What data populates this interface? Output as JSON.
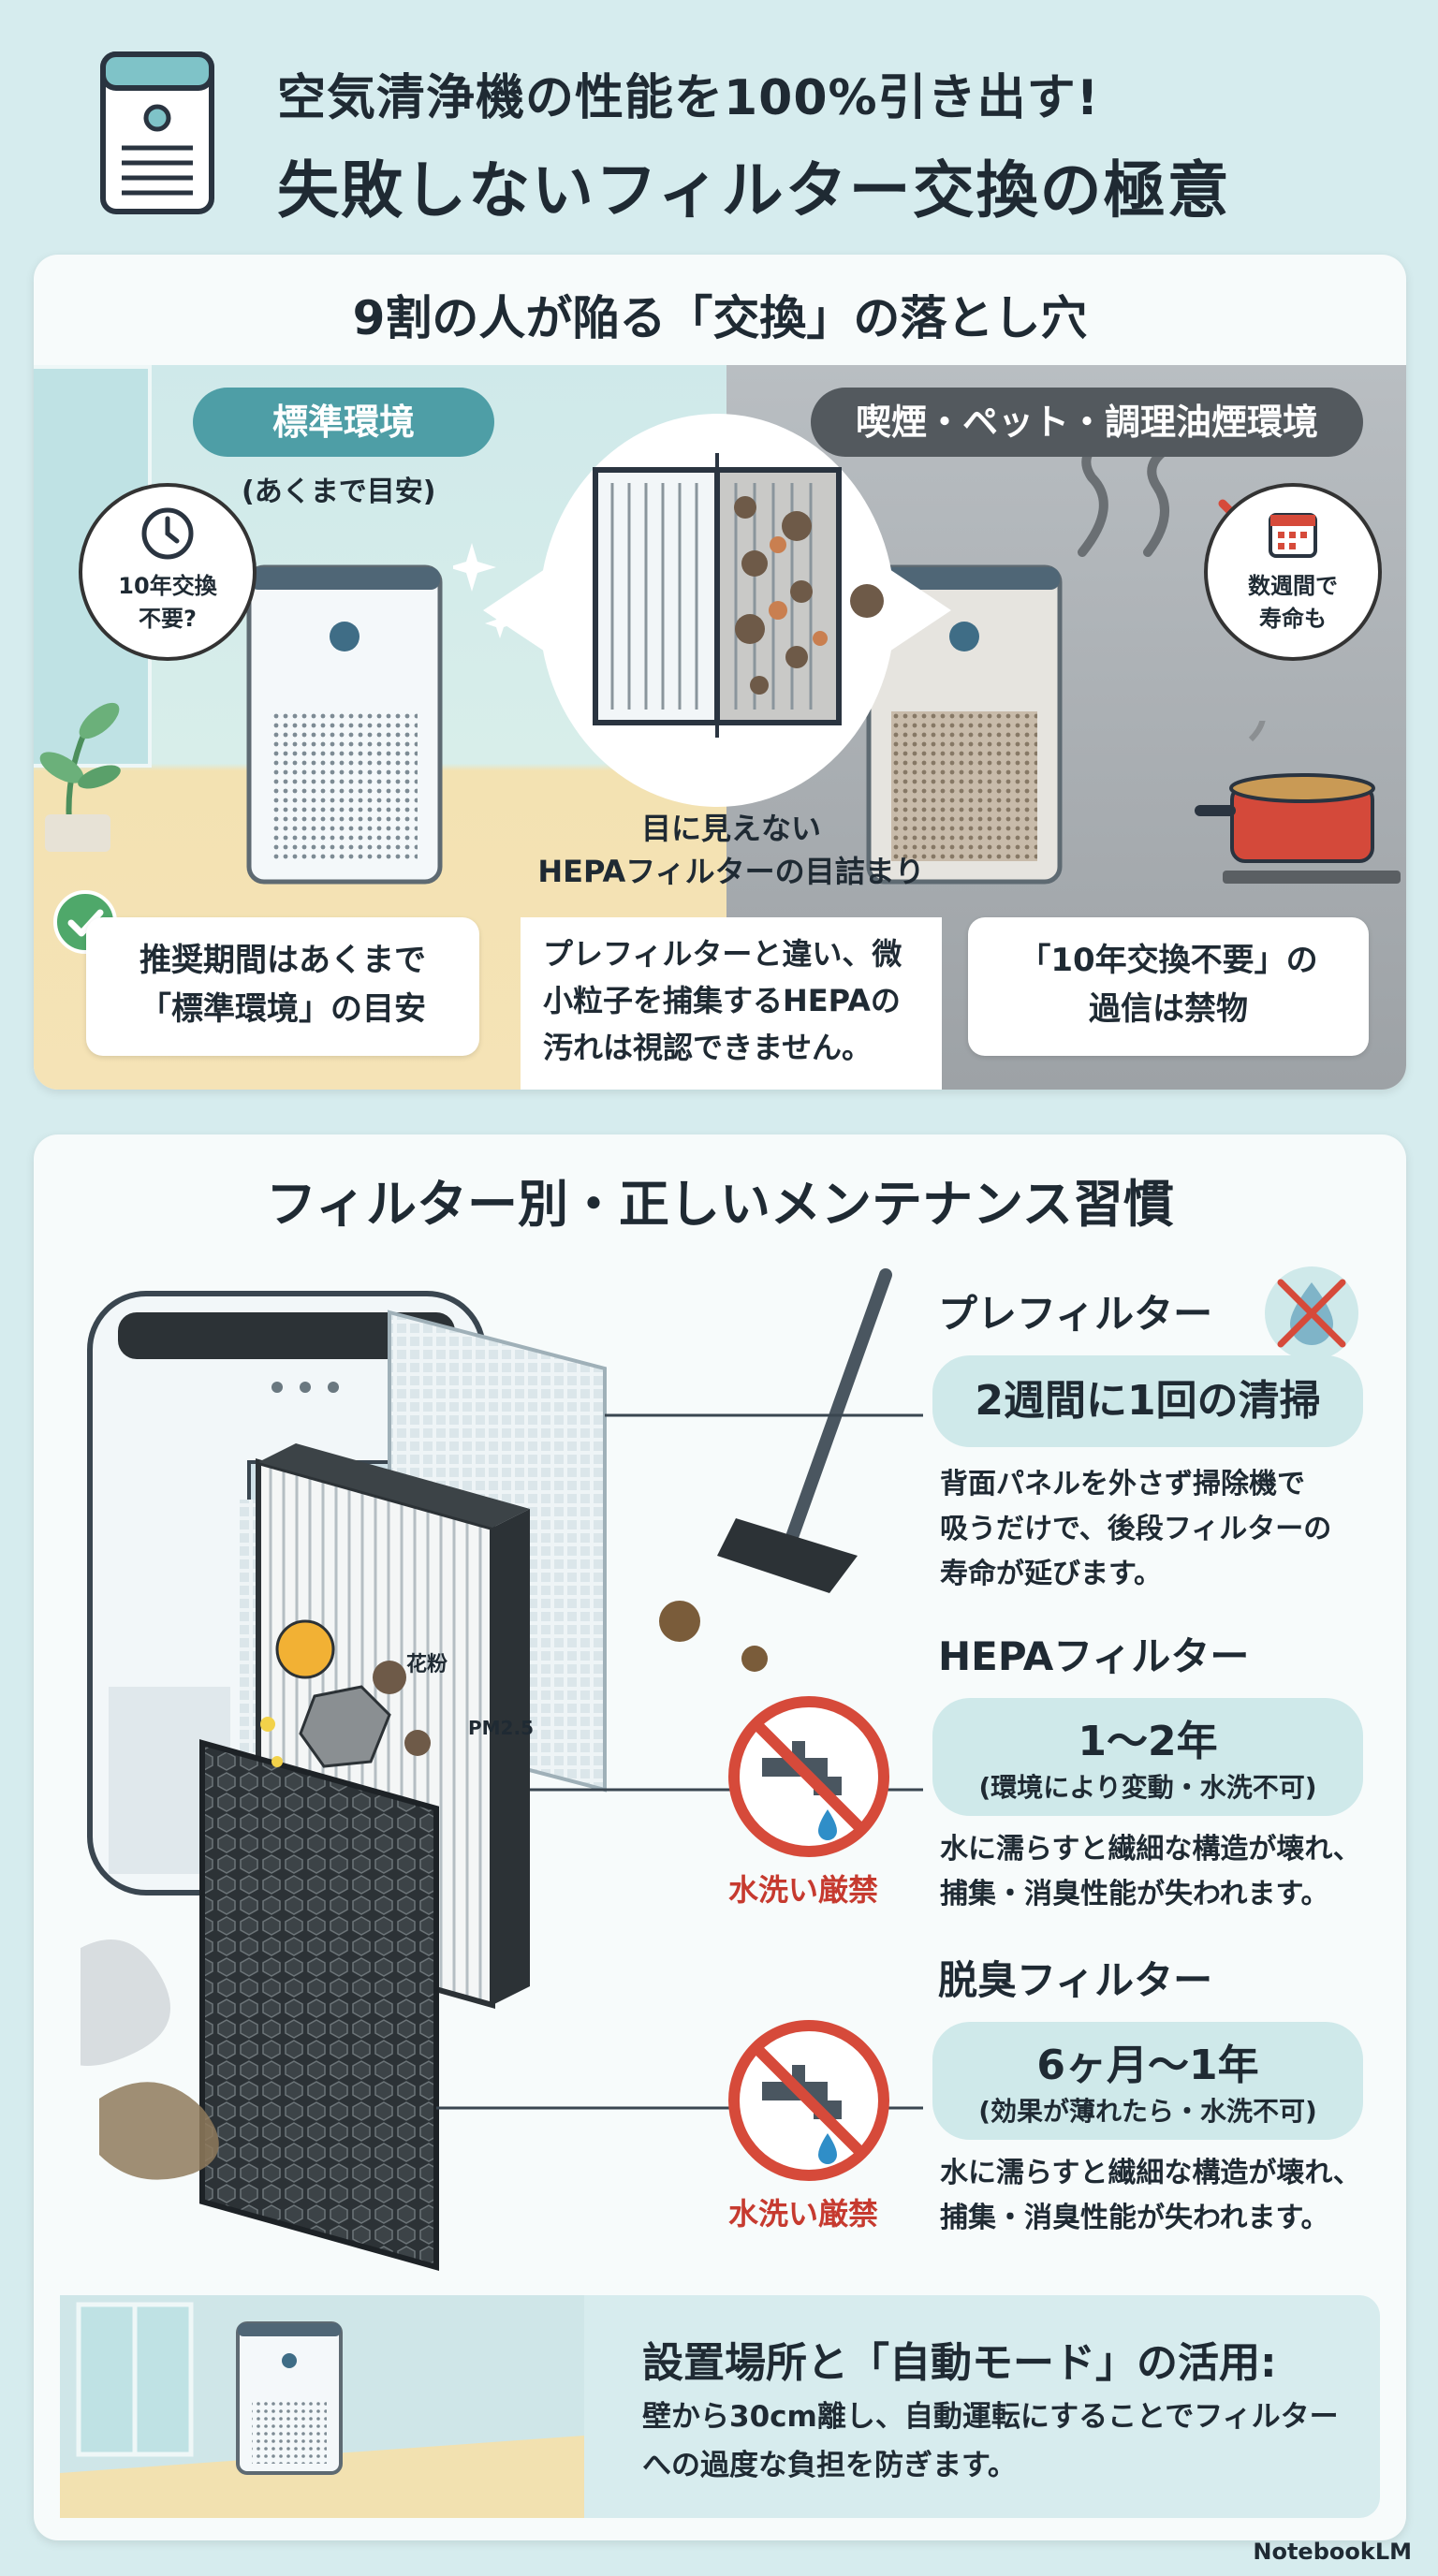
{
  "header": {
    "title_line1": "空気清浄機の性能を100%引き出す!",
    "title_line2": "失敗しないフィルター交換の極意"
  },
  "section1": {
    "title": "9割の人が陥る「交換」の落とし穴",
    "standard_label": "標準環境",
    "standard_note": "(あくまで目安)",
    "smoke_label": "喫煙・ペット・調理油煙環境",
    "bubble_left": [
      "10年交換",
      "不要?"
    ],
    "bubble_right": [
      "数週間で",
      "寿命も"
    ],
    "center_label": [
      "目に見えない",
      "HEPAフィルターの目詰まり"
    ],
    "box_left": [
      "推奨期間はあくまで",
      "「標準環境」の目安"
    ],
    "box_mid": [
      "プレフィルターと違い、微",
      "小粒子を捕集するHEPAの",
      "汚れは視認できません。"
    ],
    "box_right": [
      "「10年交換不要」の",
      "過信は禁物"
    ]
  },
  "section2": {
    "title": "フィルター別・正しいメンテナンス習慣",
    "pre": {
      "name": "プレフィルター",
      "interval": "2週間に1回の清掃",
      "desc": [
        "背面パネルを外さず掃除機で",
        "吸うだけで、後段フィルターの",
        "寿命が延びます。"
      ]
    },
    "hepa": {
      "name": "HEPAフィルター",
      "interval": "1〜2年",
      "interval_note": "(環境により変動・水洗不可)",
      "desc": [
        "水に濡らすと繊細な構造が壊れ、",
        "捕集・消臭性能が失われます。"
      ],
      "warning": "水洗い厳禁"
    },
    "deodor": {
      "name": "脱臭フィルター",
      "interval": "6ヶ月〜1年",
      "interval_note": "(効果が薄れたら・水洗不可)",
      "desc": [
        "水に濡らすと繊細な構造が壊れ、",
        "捕集・消臭性能が失われます。"
      ],
      "warning": "水洗い厳禁"
    },
    "labels": {
      "pollen": "花粉",
      "pm25": "PM2.5"
    },
    "bottom": {
      "title": "設置場所と「自動モード」の活用:",
      "desc": [
        "壁から30cm離し、自動運転にすることでフィルター",
        "への過度な負担を防ぎます。"
      ]
    }
  },
  "brand": "NotebookLM",
  "colors": {
    "teal": "#4e9ea6",
    "dark": "#53595e",
    "warning": "#c63a2f",
    "bg": "#d6ecee"
  }
}
